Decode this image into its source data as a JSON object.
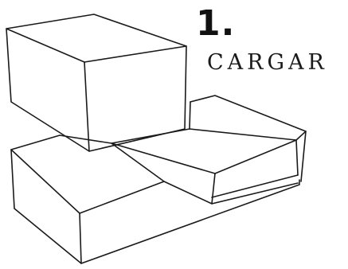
{
  "step": {
    "number": "1.",
    "label": "CARGAR"
  },
  "illustration": {
    "name": "stacked-boxes-sketch",
    "stroke_color": "#1a1a1a"
  }
}
